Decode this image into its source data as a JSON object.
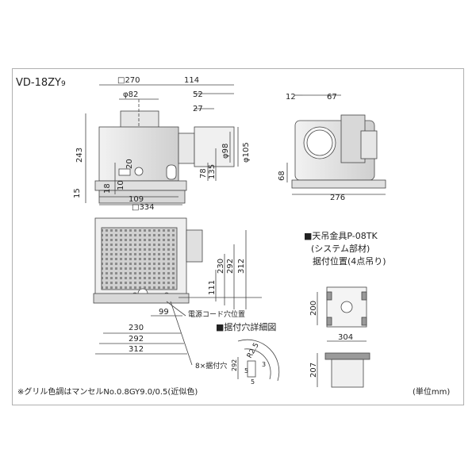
{
  "model": {
    "name": "VD-18ZY",
    "suffix": "9"
  },
  "front_view": {
    "width_box": "□270",
    "side_depth": "114",
    "duct_dia": "φ82",
    "dim_52": "52",
    "dim_27": "27",
    "height": "243",
    "phi_98": "φ98",
    "phi_105": "φ105",
    "dim_78": "78",
    "dim_135": "135",
    "dim_20": "20",
    "dim_10": "10",
    "dim_15": "15",
    "dim_18": "18",
    "dim_109": "109",
    "dim_334": "□334"
  },
  "side_view": {
    "dim_12": "12",
    "dim_67": "67",
    "dim_68": "68",
    "dim_276": "276"
  },
  "bottom_view": {
    "dim_111": "111",
    "dim_230v": "230",
    "dim_292v": "292",
    "dim_312v": "312",
    "dim_99": "99",
    "dim_230": "230",
    "dim_292": "292",
    "dim_312": "312",
    "cord_label": "電源コード穴位置",
    "holes_label": "8×据付穴"
  },
  "detail": {
    "title": "■据付穴詳細図",
    "r25": "R2.5",
    "d5a": "5",
    "d3": "3",
    "d5b": "5",
    "d292": "292"
  },
  "bracket": {
    "title": "■天吊金具P-08TK",
    "line2": "(システム部材)",
    "line3": "据付位置(4点吊り)",
    "dim_200": "200",
    "dim_304": "304",
    "dim_207": "207"
  },
  "footnote": "※グリル色調はマンセルNo.0.8GY9.0/0.5(近似色)",
  "unit": "(単位mm)"
}
